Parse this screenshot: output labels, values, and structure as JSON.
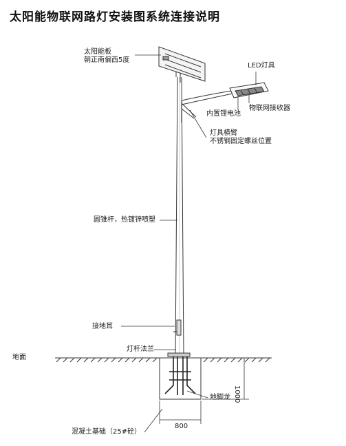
{
  "title": "太阳能物联网路灯安装图系统连接说明",
  "labels": {
    "solar_panel_line1": "太阳能板",
    "solar_panel_line2": "朝正南偏西5度",
    "led_lamp": "LED灯具",
    "battery": "内置锂电池",
    "iot_receiver": "物联网接收器",
    "arm_line1": "灯具横臂",
    "arm_line2": "不锈钢固定螺丝位置",
    "pole": "圆锥杆，热镀锌喷塑",
    "grounding_lug": "接地耳",
    "flange": "灯杆法兰",
    "ground": "地面",
    "anchor_cage": "地脚龙",
    "foundation": "混凝土基础（25#砼）"
  },
  "dimensions": {
    "width": "800",
    "depth": "1000"
  }
}
